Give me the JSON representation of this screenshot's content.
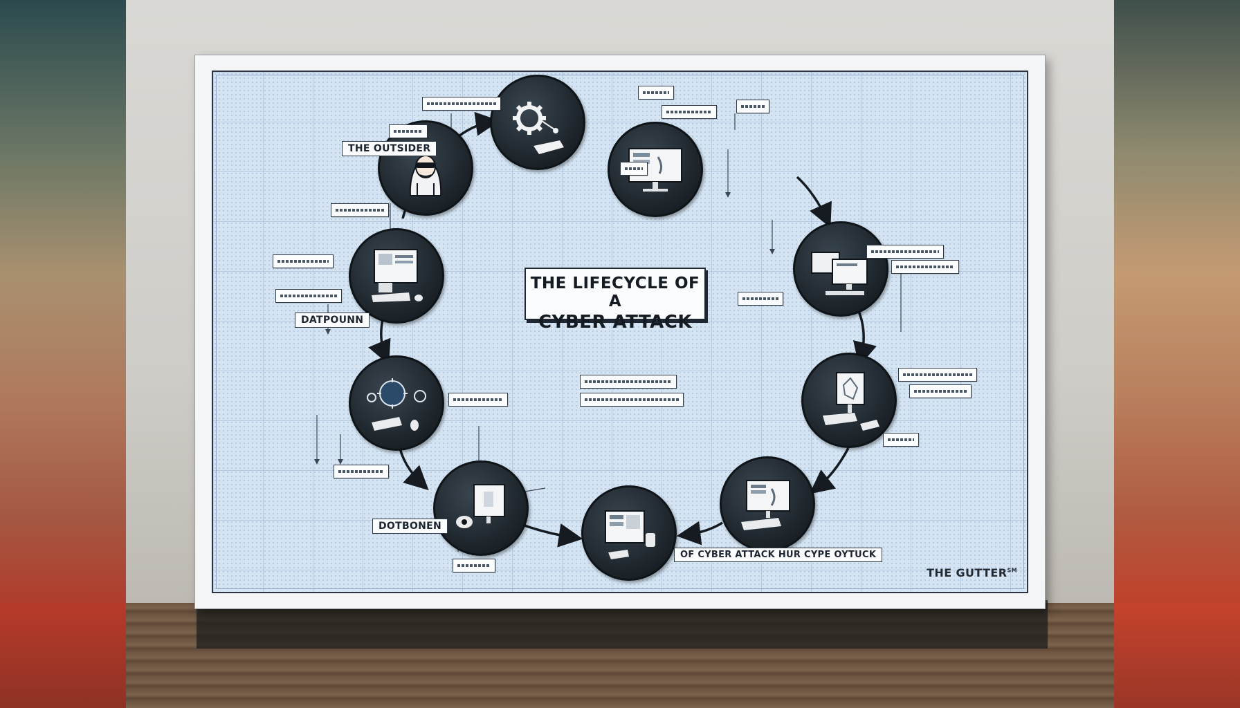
{
  "diagram": {
    "title_line1": "THE LIFECYCLE OF A",
    "title_line2": "CYBER ATTACK",
    "labels": {
      "outsider": "THE OUTSIDER",
      "left_mid": "DATPOUNN",
      "left_low": "DOTBONEN",
      "bottom_caption": "OF CYBER ATTACK HUR CYPE OYTUCK"
    },
    "brand": "THE GUTTER",
    "brand_mark": "SM"
  },
  "nodes": [
    {
      "id": "hacker",
      "icon": "hooded-hacker-icon"
    },
    {
      "id": "settings",
      "icon": "gear-icon"
    },
    {
      "id": "monitor-top-right",
      "icon": "monitor-icon"
    },
    {
      "id": "dual-monitors",
      "icon": "dual-monitor-icon"
    },
    {
      "id": "infected-pc",
      "icon": "infected-computer-icon"
    },
    {
      "id": "workstation-bottom-right",
      "icon": "workstation-icon"
    },
    {
      "id": "workstation-bottom",
      "icon": "workstation-icon"
    },
    {
      "id": "webcam-pc",
      "icon": "computer-camera-icon"
    },
    {
      "id": "virus",
      "icon": "virus-icon"
    },
    {
      "id": "desktop-left",
      "icon": "desktop-computer-icon"
    }
  ],
  "colors": {
    "panel": "#d4e4f2",
    "node": "#1b2228",
    "ink": "#1c2530"
  }
}
